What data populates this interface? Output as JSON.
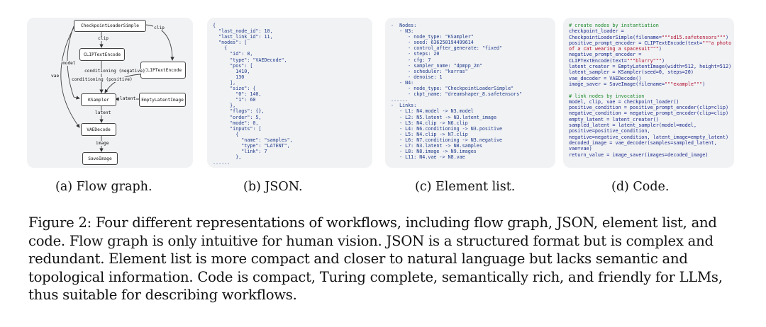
{
  "flow_graph": {
    "nodes": {
      "checkpoint_loader": "CheckpointLoaderSimple",
      "clip_text_encode_1": "CLIPTextEncode",
      "clip_text_encode_2": "CLIPTextEncode",
      "ksampler": "KSampler",
      "empty_latent_image": "EmptyLatentImage",
      "vae_decode": "VAEDecode",
      "save_image": "SaveImage"
    },
    "edge_labels": {
      "clip_1": "clip",
      "clip_2": "clip",
      "model": "model",
      "vae": "vae",
      "cond_negative": "conditioning (negative)",
      "cond_positive": "conditioning (positive)",
      "latent_1": "latent",
      "latent_2": "latent",
      "image": "image"
    }
  },
  "json_lines": [
    "{",
    "  \"last_node_id\": 10,",
    "  \"last_link_id\": 11,",
    "  \"nodes\": [",
    "    {",
    "      \"id\": 8,",
    "      \"type\": \"VAEDecode\",",
    "      \"pos\": [",
    "        1410,",
    "        130",
    "      ],",
    "      \"size\": {",
    "        \"0\": 140,",
    "        \"1\": 60",
    "      },",
    "      \"flags\": {},",
    "      \"order\": 5,",
    "      \"mode\": 0,",
    "      \"inputs\": [",
    "        {",
    "          \"name\": \"samples\",",
    "          \"type\": \"LATENT\",",
    "          \"link\": 7",
    "        },",
    "......"
  ],
  "element_lines": [
    "-  Nodes:",
    "   - N3:",
    "      - node_type: \"KSampler\"",
    "      - seed: 636250194499614",
    "      - control_after_generate: \"fixed\"",
    "      - steps: 20",
    "      - cfg: 7",
    "      - sampler_name: \"dpmpp_2m\"",
    "      - scheduler: \"karras\"",
    "      - denoise: 1",
    "   - N4:",
    "      - node_type: \"CheckpointLoaderSimple\"",
    "      - ckpt_name: \"dreamshaper_8.safetensors\"",
    "......",
    "-  Links:",
    "   - L1: N4.model -> N3.model",
    "   - L2: N5.latent -> N3.latent_image",
    "   - L3: N4.clip -> N6.clip",
    "   - L4: N6.conditioning -> N3.positive",
    "   - L5: N4.clip -> N7.clip",
    "   - L6: N7.conditioning -> N3.negative",
    "   - L7: N3.latent -> N8.samples",
    "   - L8: N8.image -> N9.images",
    "   - L11: N4.vae -> N8.vae"
  ],
  "code": {
    "comment_create": "# create nodes by instantiation",
    "line_01": "checkpoint_loader =",
    "line_02_pre": "CheckpointLoaderSimple(filename=",
    "line_02_str": "\"\"\"sd15.safetensors\"\"\"",
    "line_02_post": ")",
    "line_03_pre": "positive_prompt_encoder = CLIPTextEncode(text=",
    "line_03_str": "\"\"\"a photo",
    "line_04_str": "of a cat wearing a spacesuit\"\"\"",
    "line_04_post": ")",
    "line_05": "negative_prompt_encoder =",
    "line_06_pre": "CLIPTextEncode(text=",
    "line_06_str": "\"\"\"blurry\"\"\"",
    "line_06_post": ")",
    "line_07": "latent_creater = EmptyLatentImage(width=512, height=512)",
    "line_08": "latent_sampler = KSampler(seed=0, steps=20)",
    "line_09": "vae_decoder = VAEDecode()",
    "line_10_pre": "image_saver = SaveImage(filename=",
    "line_10_str": "\"\"\"example\"\"\"",
    "line_10_post": ")",
    "comment_link": "# link nodes by invocation",
    "line_11": "model, clip, vae = checkpoint_loader()",
    "line_12": "positive_condition = positive_prompt_encoder(clip=clip)",
    "line_13": "negative_condition = negative_prompt_encoder(clip=clip)",
    "line_14": "empty_latent = latent_creater()",
    "line_15": "sampled_latent = latent_sampler(model=model,",
    "line_16": "positive=positive_condition,",
    "line_17": "negative=negative_condition, latent_image=empty_latent)",
    "line_18": "decoded_image = vae_decoder(samples=sampled_latent,",
    "line_19": "vae=vae)",
    "line_20": "return_value = image_saver(images=decoded_image)"
  },
  "captions": {
    "a": "(a) Flow graph.",
    "b": "(b) JSON.",
    "c": "(c) Element list.",
    "d": "(d) Code."
  },
  "figure_caption": "Figure 2: Four different representations of workflows, including flow graph, JSON, element list, and code. Flow graph is only intuitive for human vision. JSON is a structured format but is complex and redundant. Element list is more compact and closer to natural language but lacks semantic and topological information. Code is compact, Turing complete, semantically rich, and friendly for LLMs, thus suitable for describing workflows."
}
